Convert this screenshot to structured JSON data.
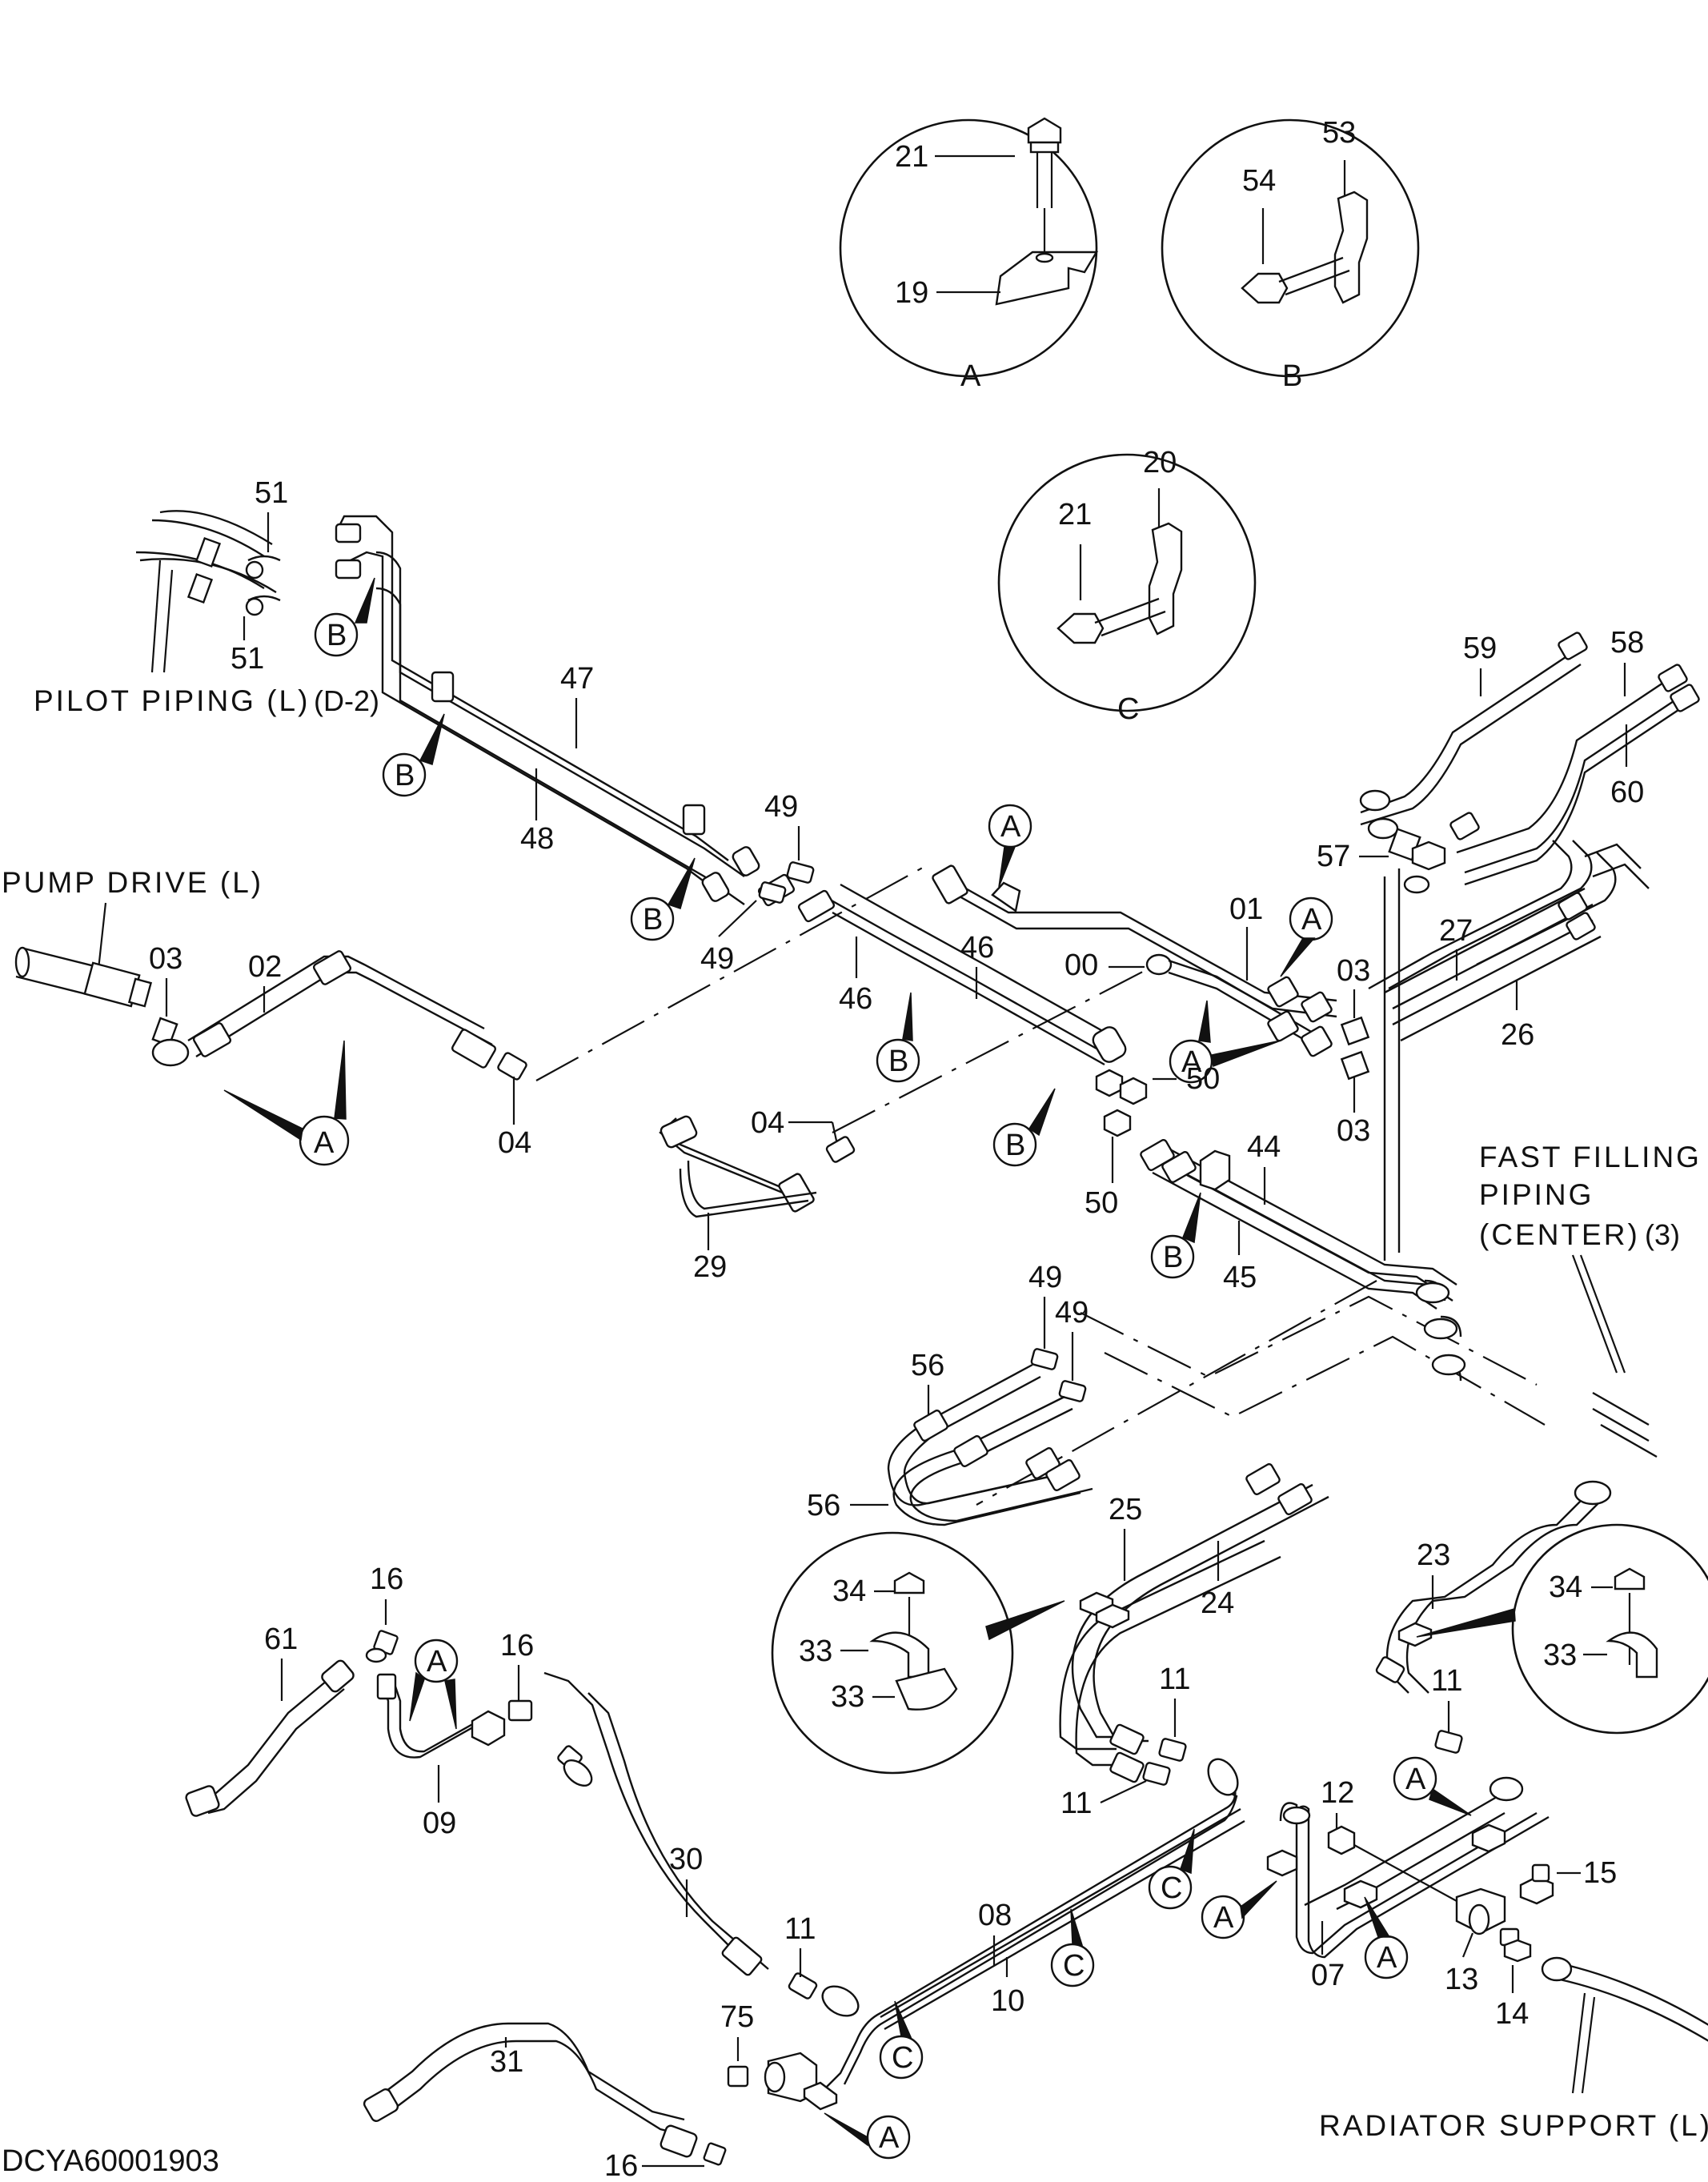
{
  "diagram_id": "DCYA60001903",
  "part_numbers": {
    "p00": "00",
    "p01": "01",
    "p02": "02",
    "p03a": "03",
    "p03b": "03",
    "p03c": "03",
    "p04a": "04",
    "p04b": "04",
    "p07": "07",
    "p08": "08",
    "p09": "09",
    "p10": "10",
    "p11a": "11",
    "p11b": "11",
    "p11c": "11",
    "p11d": "11",
    "p12": "12",
    "p13": "13",
    "p14": "14",
    "p15": "15",
    "p16a": "16",
    "p16b": "16",
    "p16c": "16",
    "p19": "19",
    "p20": "20",
    "p21a": "21",
    "p21b": "21",
    "p23": "23",
    "p24": "24",
    "p25": "25",
    "p26": "26",
    "p27": "27",
    "p29": "29",
    "p30": "30",
    "p31": "31",
    "p33a": "33",
    "p33b": "33",
    "p33c": "33",
    "p34a": "34",
    "p34b": "34",
    "p44": "44",
    "p45": "45",
    "p46a": "46",
    "p46b": "46",
    "p47": "47",
    "p48": "48",
    "p49a": "49",
    "p49b": "49",
    "p49c": "49",
    "p49d": "49",
    "p50a": "50",
    "p50b": "50",
    "p51a": "51",
    "p51b": "51",
    "p53": "53",
    "p54": "54",
    "p56a": "56",
    "p56b": "56",
    "p57": "57",
    "p58": "58",
    "p59": "59",
    "p60": "60",
    "p61": "61",
    "p75": "75"
  },
  "callouts": {
    "detail_a": "A",
    "detail_b": "B",
    "detail_c": "C",
    "a": "A",
    "b": "B",
    "c": "C"
  },
  "captions": {
    "pilot_piping": "PILOT  PIPING  (L)",
    "pilot_ref": "(D-2)",
    "pump_drive": "PUMP  DRIVE  (L)",
    "fast_filling_1": "FAST  FILLING",
    "fast_filling_2": "PIPING",
    "fast_filling_3": "(CENTER)",
    "fast_filling_ref": "(3)",
    "radiator_support": "RADIATOR  SUPPORT  (L)"
  }
}
